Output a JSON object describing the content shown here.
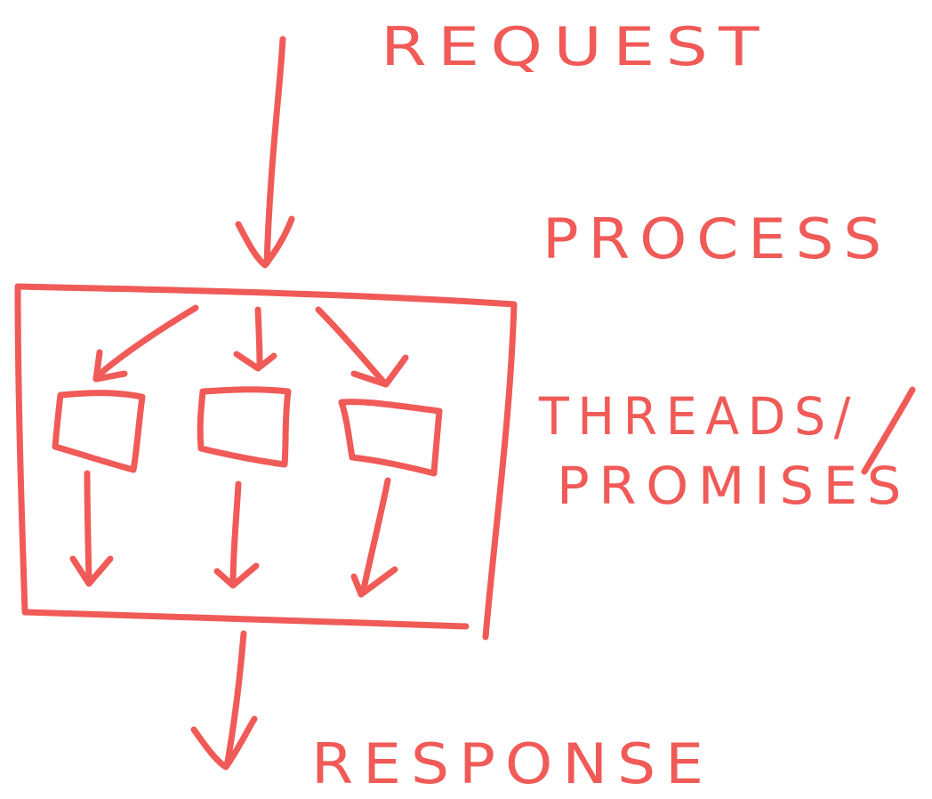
{
  "colors": {
    "ink": "#f05a57",
    "background": "#ffffff"
  },
  "labels": {
    "request": "REQUEST",
    "process": "PROCESS",
    "threads_line1": "THREADS/",
    "threads_line2": "PROMISES",
    "response": "RESPONSE"
  }
}
